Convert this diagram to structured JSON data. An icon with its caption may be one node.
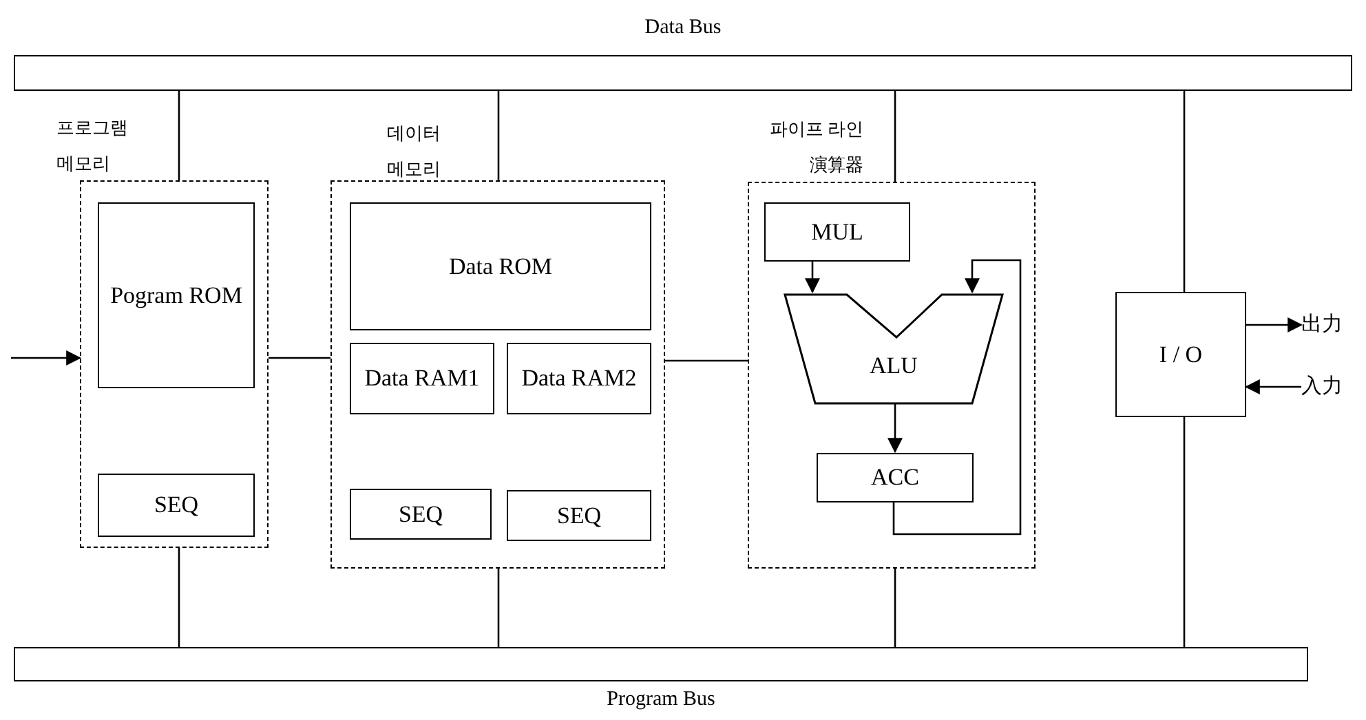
{
  "diagram": {
    "nodes": [
      {
        "text": [
          "Data Bus"
        ]
      },
      {
        "text": [
          "프로그램 메모리"
        ]
      },
      {
        "text": [
          "Pogram ROM"
        ],
        "in": 1
      },
      {
        "text": [
          "SEQ"
        ],
        "in": 1
      },
      {
        "text": [
          "데이터 메모리"
        ]
      },
      {
        "text": [
          "Data ROM"
        ],
        "in": 4
      },
      {
        "text": [
          "Data RAM1"
        ],
        "in": 4
      },
      {
        "text": [
          "Data RAM2"
        ],
        "in": 4
      },
      {
        "text": [
          "SEQ"
        ],
        "in": 4
      },
      {
        "text": [
          "SEQ"
        ],
        "in": 4
      },
      {
        "text": [
          "파이프 라인 演算器"
        ]
      },
      {
        "text": [
          "MUL"
        ],
        "in": 10
      },
      {
        "text": [
          "ALU"
        ],
        "in": 10
      },
      {
        "text": [
          "ACC"
        ],
        "in": 10
      },
      {
        "text": [
          "I / O"
        ]
      },
      {
        "text": [
          "出力"
        ]
      },
      {
        "text": [
          "入力"
        ]
      },
      {
        "text": [
          "Program Bus"
        ]
      }
    ],
    "edges": [
      {
        "from": 0,
        "to": 1,
        "arrow": "none"
      },
      {
        "from": 0,
        "to": 4,
        "arrow": "none"
      },
      {
        "from": 0,
        "to": 10,
        "arrow": "none"
      },
      {
        "from": 0,
        "to": 14,
        "arrow": "none"
      },
      {
        "from": null,
        "to": 1,
        "arrow": "to"
      },
      {
        "from": 1,
        "to": 4,
        "arrow": "none"
      },
      {
        "from": 4,
        "to": 10,
        "arrow": "none"
      },
      {
        "from": 11,
        "to": 12,
        "arrow": "to"
      },
      {
        "from": 12,
        "to": 13,
        "arrow": "to"
      },
      {
        "from": 13,
        "to": 12,
        "arrow": "to"
      },
      {
        "from": 14,
        "to": 15,
        "arrow": "to"
      },
      {
        "from": 16,
        "to": 14,
        "arrow": "to"
      },
      {
        "from": 1,
        "to": 17,
        "arrow": "none"
      },
      {
        "from": 4,
        "to": 17,
        "arrow": "none"
      },
      {
        "from": 10,
        "to": 17,
        "arrow": "none"
      },
      {
        "from": 14,
        "to": 17,
        "arrow": "none"
      }
    ]
  }
}
